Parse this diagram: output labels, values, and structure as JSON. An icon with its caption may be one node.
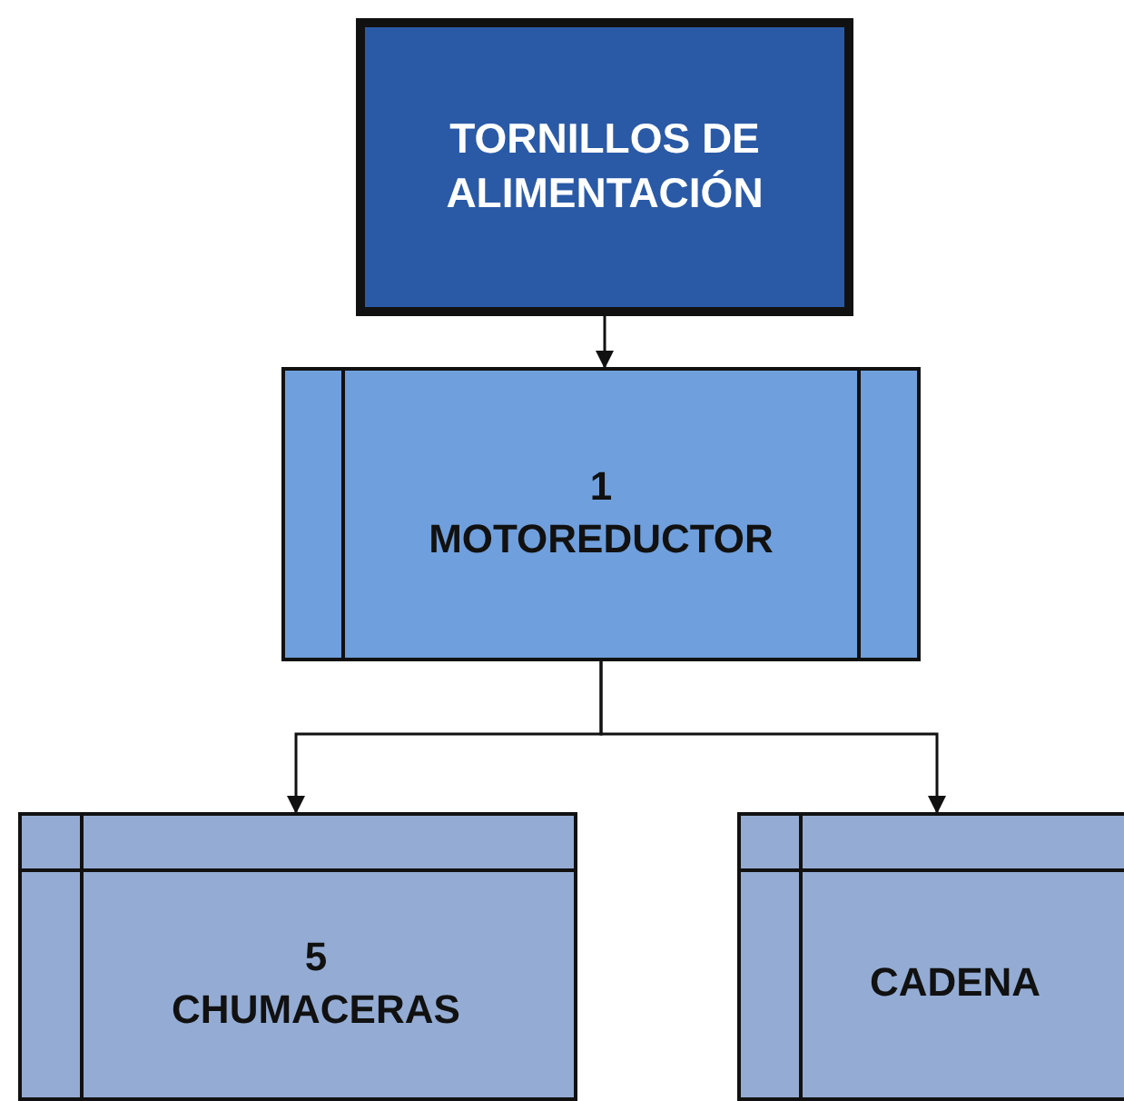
{
  "diagram": {
    "nodes": [
      {
        "text": [
          "TORNILLOS DE ALIMENTACIÓN"
        ]
      },
      {
        "text": [
          "1 MOTOREDUCTOR"
        ]
      },
      {
        "text": [
          "5 CHUMACERAS"
        ]
      },
      {
        "text": [
          "CADENA"
        ]
      }
    ],
    "edges": [
      {
        "from": 0,
        "to": 1,
        "arrow": "to"
      },
      {
        "from": 1,
        "to": 2,
        "arrow": "to"
      },
      {
        "from": 1,
        "to": 3,
        "arrow": "to"
      }
    ]
  }
}
